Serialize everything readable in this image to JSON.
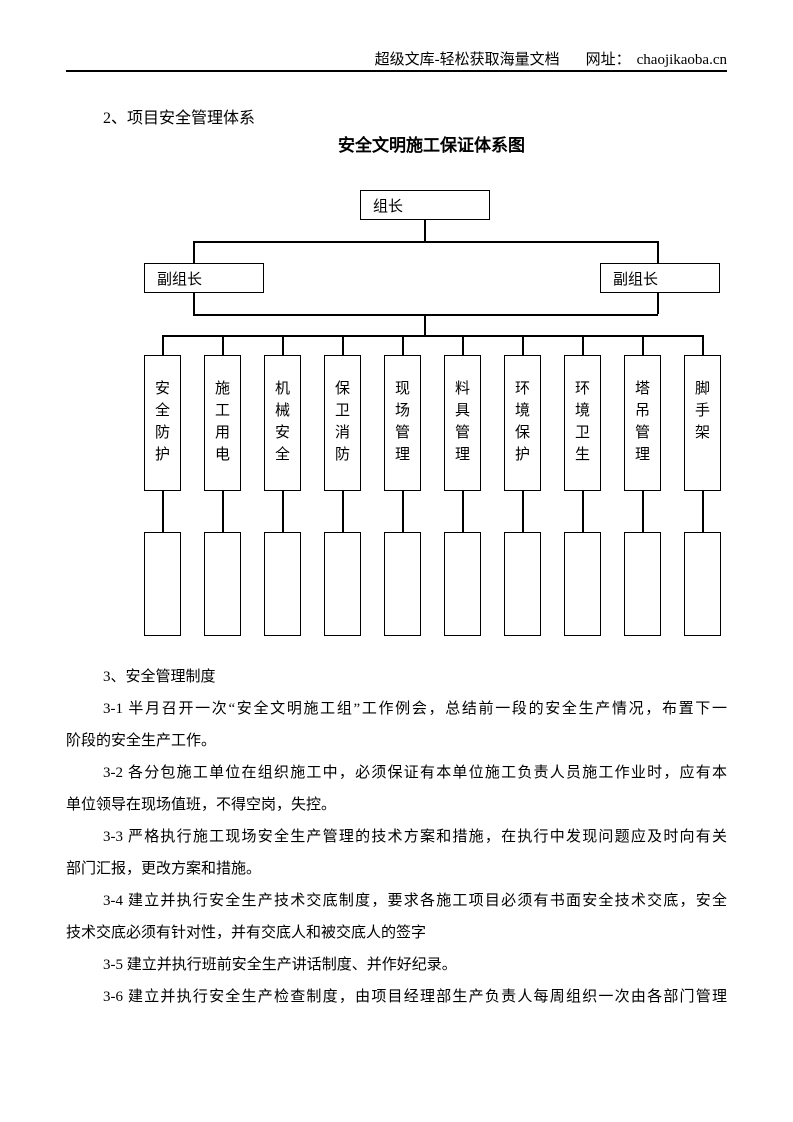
{
  "header": {
    "site": "超级文库-轻松获取海量文档",
    "url_prefix": "网址：",
    "url": "chaojikaoba.cn"
  },
  "section2_heading": "2、项目安全管理体系",
  "diagram": {
    "title": "安全文明施工保证体系图",
    "leader_label": "组长",
    "deputy_left_label": "副组长",
    "deputy_right_label": "副组长",
    "departments": [
      "安全防护",
      "施工用电",
      "机械安全",
      "保卫消防",
      "现场管理",
      "料具管理",
      "环境保护",
      "环境卫生",
      "塔吊管理",
      "脚手架"
    ]
  },
  "body": {
    "heading": "3、安全管理制度",
    "lines": [
      {
        "text": "3、安全管理制度",
        "indent": true,
        "justify": false
      },
      {
        "text": "3-1 半月召开一次“安全文明施工组”工作例会，总结前一段的安全生产情况，布置下一",
        "indent": true,
        "justify": true
      },
      {
        "text": "阶段的安全生产工作。",
        "indent": false,
        "justify": false
      },
      {
        "text": "3-2 各分包施工单位在组织施工中，必须保证有本单位施工负责人员施工作业时，应有本",
        "indent": true,
        "justify": true
      },
      {
        "text": "单位领导在现场值班，不得空岗，失控。",
        "indent": false,
        "justify": false
      },
      {
        "text": "3-3 严格执行施工现场安全生产管理的技术方案和措施，在执行中发现问题应及时向有关",
        "indent": true,
        "justify": true
      },
      {
        "text": "部门汇报，更改方案和措施。",
        "indent": false,
        "justify": false
      },
      {
        "text": "3-4 建立并执行安全生产技术交底制度，要求各施工项目必须有书面安全技术交底，安全",
        "indent": true,
        "justify": true
      },
      {
        "text": "技术交底必须有针对性，并有交底人和被交底人的签字",
        "indent": false,
        "justify": false
      },
      {
        "text": "3-5 建立并执行班前安全生产讲话制度、并作好纪录。",
        "indent": true,
        "justify": false
      },
      {
        "text": "3-6 建立并执行安全生产检查制度，由项目经理部生产负责人每周组织一次由各部门管理",
        "indent": true,
        "justify": true
      }
    ]
  },
  "colors": {
    "ink": "#000000",
    "paper": "#ffffff"
  }
}
